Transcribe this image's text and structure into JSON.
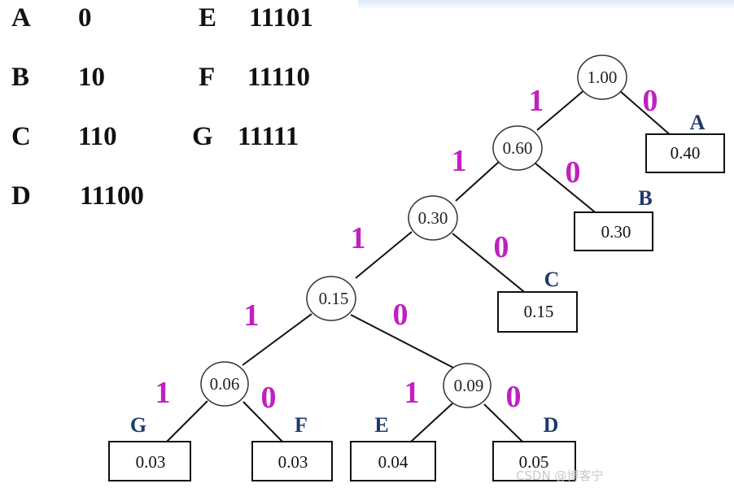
{
  "codes": [
    {
      "symbol": "A",
      "code": "0"
    },
    {
      "symbol": "B",
      "code": "10"
    },
    {
      "symbol": "C",
      "code": "110"
    },
    {
      "symbol": "D",
      "code": "11100"
    },
    {
      "symbol": "E",
      "code": "11101"
    },
    {
      "symbol": "F",
      "code": "11110"
    },
    {
      "symbol": "G",
      "code": "11111"
    }
  ],
  "tree": {
    "internal_nodes": [
      {
        "id": "n100",
        "value": "1.00"
      },
      {
        "id": "n060",
        "value": "0.60"
      },
      {
        "id": "n030",
        "value": "0.30"
      },
      {
        "id": "n015",
        "value": "0.15"
      },
      {
        "id": "n006",
        "value": "0.06"
      },
      {
        "id": "n009",
        "value": "0.09"
      }
    ],
    "leaves": [
      {
        "symbol": "A",
        "value": "0.40"
      },
      {
        "symbol": "B",
        "value": "0.30"
      },
      {
        "symbol": "C",
        "value": "0.15"
      },
      {
        "symbol": "G",
        "value": "0.03"
      },
      {
        "symbol": "F",
        "value": "0.03"
      },
      {
        "symbol": "E",
        "value": "0.04"
      },
      {
        "symbol": "D",
        "value": "0.05"
      }
    ],
    "edges": [
      {
        "from": "n100",
        "to": "n060",
        "bit": "1"
      },
      {
        "from": "n100",
        "to": "A",
        "bit": "0"
      },
      {
        "from": "n060",
        "to": "n030",
        "bit": "1"
      },
      {
        "from": "n060",
        "to": "B",
        "bit": "0"
      },
      {
        "from": "n030",
        "to": "n015",
        "bit": "1"
      },
      {
        "from": "n030",
        "to": "C",
        "bit": "0"
      },
      {
        "from": "n015",
        "to": "n006",
        "bit": "1"
      },
      {
        "from": "n015",
        "to": "n009",
        "bit": "0"
      },
      {
        "from": "n006",
        "to": "G",
        "bit": "1"
      },
      {
        "from": "n006",
        "to": "F",
        "bit": "0"
      },
      {
        "from": "n009",
        "to": "E",
        "bit": "1"
      },
      {
        "from": "n009",
        "to": "D",
        "bit": "0"
      }
    ]
  },
  "colors": {
    "bit": "#c020c0",
    "leaf_letter": "#1f3a6e",
    "line": "#111111"
  },
  "watermark": "CSDN @博客宁"
}
